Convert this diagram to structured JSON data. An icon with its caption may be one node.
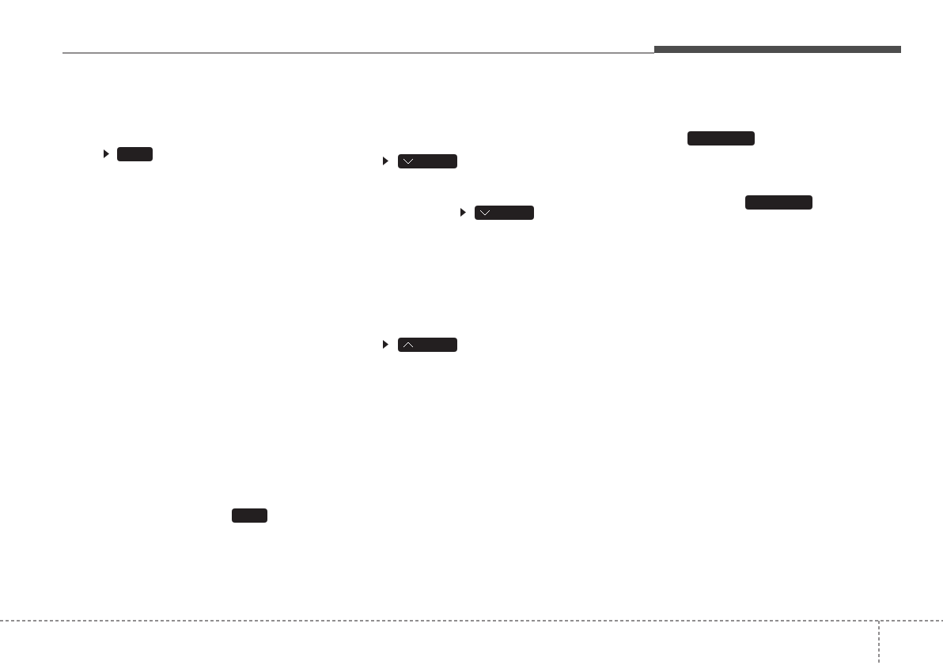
{
  "diagram": {
    "nodes": [
      {
        "text": [],
        "shape": "box"
      },
      {
        "text": [],
        "shape": "box"
      },
      {
        "text": [],
        "shape": "box"
      },
      {
        "text": [],
        "shape": "box"
      },
      {
        "text": [],
        "shape": "box"
      },
      {
        "text": [],
        "shape": "box"
      },
      {
        "text": [],
        "shape": "box"
      }
    ]
  }
}
